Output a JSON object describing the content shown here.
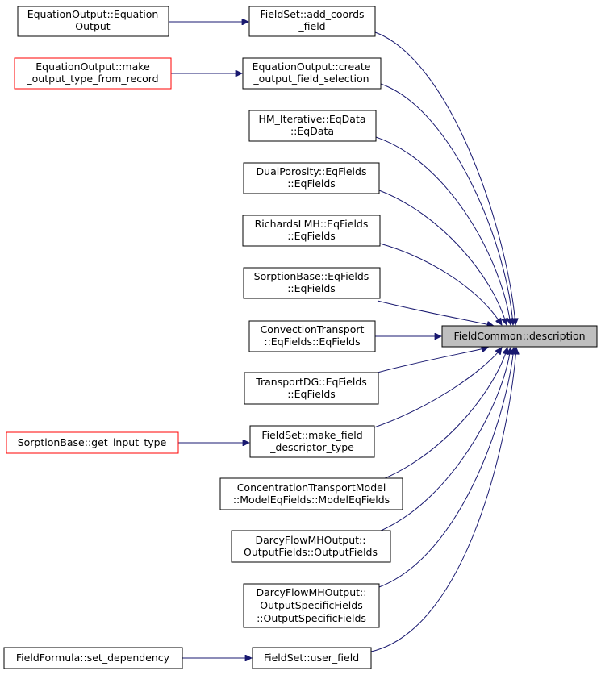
{
  "graph": {
    "focus": {
      "lines": [
        "FieldCommon::description"
      ]
    },
    "nodes": {
      "eo_ctor": {
        "lines": [
          "EquationOutput::Equation",
          "Output"
        ]
      },
      "add_coords": {
        "lines": [
          "FieldSet::add_coords",
          "_field"
        ]
      },
      "make_output": {
        "lines": [
          "EquationOutput::make",
          "_output_type_from_record"
        ]
      },
      "create_sel": {
        "lines": [
          "EquationOutput::create",
          "_output_field_selection"
        ]
      },
      "hm": {
        "lines": [
          "HM_Iterative::EqData",
          "::EqData"
        ]
      },
      "dual": {
        "lines": [
          "DualPorosity::EqFields",
          "::EqFields"
        ]
      },
      "richards": {
        "lines": [
          "RichardsLMH::EqFields",
          "::EqFields"
        ]
      },
      "sorption_eq": {
        "lines": [
          "SorptionBase::EqFields",
          "::EqFields"
        ]
      },
      "convection": {
        "lines": [
          "ConvectionTransport",
          "::EqFields::EqFields"
        ]
      },
      "transportdg": {
        "lines": [
          "TransportDG::EqFields",
          "::EqFields"
        ]
      },
      "sorption_git": {
        "lines": [
          "SorptionBase::get_input_type"
        ]
      },
      "make_field": {
        "lines": [
          "FieldSet::make_field",
          "_descriptor_type"
        ]
      },
      "conc": {
        "lines": [
          "ConcentrationTransportModel",
          "::ModelEqFields::ModelEqFields"
        ]
      },
      "darcy_of": {
        "lines": [
          "DarcyFlowMHOutput::",
          "OutputFields::OutputFields"
        ]
      },
      "darcy_osf": {
        "lines": [
          "DarcyFlowMHOutput::",
          "OutputSpecificFields",
          "::OutputSpecificFields"
        ]
      },
      "formula": {
        "lines": [
          "FieldFormula::set_dependency"
        ]
      },
      "user_field": {
        "lines": [
          "FieldSet::user_field"
        ]
      }
    },
    "colors": {
      "edge": "#191970",
      "focus_fill": "#bfbfbf",
      "external_border": "#ff0000"
    }
  }
}
